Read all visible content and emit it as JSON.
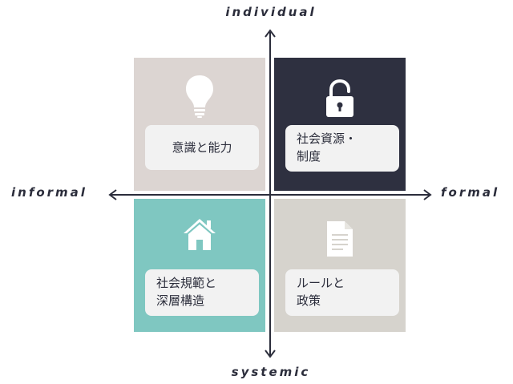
{
  "axes": {
    "top": "individual",
    "bottom": "systemic",
    "left": "informal",
    "right": "formal"
  },
  "quadrants": {
    "top_left": {
      "label": "意識と能力",
      "color": "#dcd5d2",
      "icon": "lightbulb-icon"
    },
    "top_right": {
      "label": "社会資源・\n制度",
      "color": "#2e3040",
      "icon": "open-padlock-icon"
    },
    "bottom_left": {
      "label": "社会規範と\n深層構造",
      "color": "#7fc7c1",
      "icon": "house-icon"
    },
    "bottom_right": {
      "label": "ルールと\n政策",
      "color": "#d6d3cd",
      "icon": "document-icon"
    }
  }
}
